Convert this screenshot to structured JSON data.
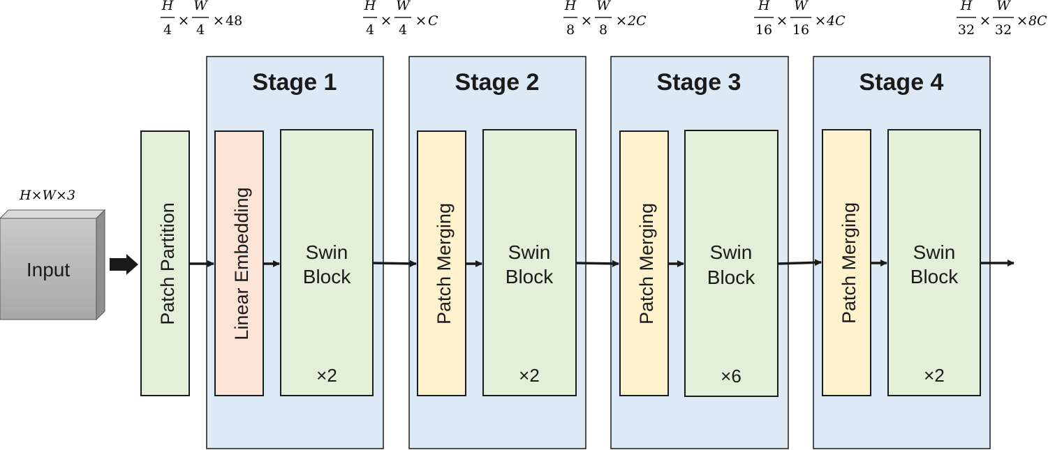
{
  "input": {
    "label": "Input",
    "dims": {
      "h": "H",
      "x1": "×",
      "w": "W",
      "x2": "×",
      "c": "3"
    }
  },
  "patch_partition": {
    "label": "Patch Partition"
  },
  "stages": [
    {
      "title": "Stage 1",
      "first_block": "Linear Embedding",
      "swin_line1": "Swin",
      "swin_line2": "Block",
      "repeat": "×2"
    },
    {
      "title": "Stage 2",
      "first_block": "Patch Merging",
      "swin_line1": "Swin",
      "swin_line2": "Block",
      "repeat": "×2"
    },
    {
      "title": "Stage 3",
      "first_block": "Patch Merging",
      "swin_line1": "Swin",
      "swin_line2": "Block",
      "repeat": "×6"
    },
    {
      "title": "Stage 4",
      "first_block": "Patch Merging",
      "swin_line1": "Swin",
      "swin_line2": "Block",
      "repeat": "×2"
    }
  ],
  "dims": [
    {
      "hn": "H",
      "hd": "4",
      "wn": "W",
      "wd": "4",
      "times1": "×",
      "times2": "×",
      "c": "48"
    },
    {
      "hn": "H",
      "hd": "4",
      "wn": "W",
      "wd": "4",
      "times1": "×",
      "times2": "×",
      "c": "C"
    },
    {
      "hn": "H",
      "hd": "8",
      "wn": "W",
      "wd": "8",
      "times1": "×",
      "times2": "×",
      "c": "2C"
    },
    {
      "hn": "H",
      "hd": "16",
      "wn": "W",
      "wd": "16",
      "times1": "×",
      "times2": "×",
      "c": "4C"
    },
    {
      "hn": "H",
      "hd": "32",
      "wn": "W",
      "wd": "32",
      "times1": "×",
      "times2": "×",
      "c": "8C"
    }
  ],
  "colors": {
    "stage_bg": "#dde9f5",
    "green_block": "#e2efd9",
    "pink_block": "#fbe3d6",
    "yellow_block": "#fff2cc",
    "input_front": "#b2b2b2",
    "border": "#1a1a1a"
  }
}
